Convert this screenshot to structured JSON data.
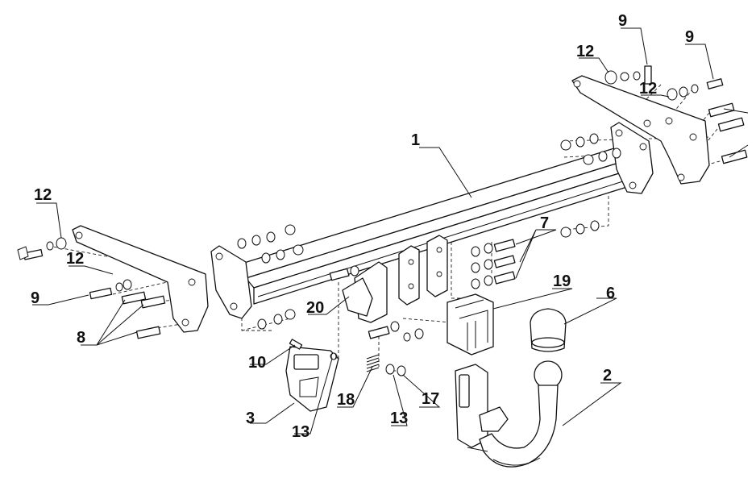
{
  "diagram": {
    "callouts": [
      {
        "id": "c1",
        "label": "1"
      },
      {
        "id": "c2",
        "label": "2"
      },
      {
        "id": "c3",
        "label": "3"
      },
      {
        "id": "c6",
        "label": "6"
      },
      {
        "id": "c7",
        "label": "7"
      },
      {
        "id": "c8",
        "label": "8"
      },
      {
        "id": "c9a",
        "label": "9"
      },
      {
        "id": "c9b",
        "label": "9"
      },
      {
        "id": "c9c",
        "label": "9"
      },
      {
        "id": "c10",
        "label": "10"
      },
      {
        "id": "c12a",
        "label": "12"
      },
      {
        "id": "c12b",
        "label": "12"
      },
      {
        "id": "c12c",
        "label": "12"
      },
      {
        "id": "c12d",
        "label": "12"
      },
      {
        "id": "c13a",
        "label": "13"
      },
      {
        "id": "c13b",
        "label": "13"
      },
      {
        "id": "c17",
        "label": "17"
      },
      {
        "id": "c18",
        "label": "18"
      },
      {
        "id": "c19",
        "label": "19"
      },
      {
        "id": "c20",
        "label": "20"
      }
    ]
  }
}
